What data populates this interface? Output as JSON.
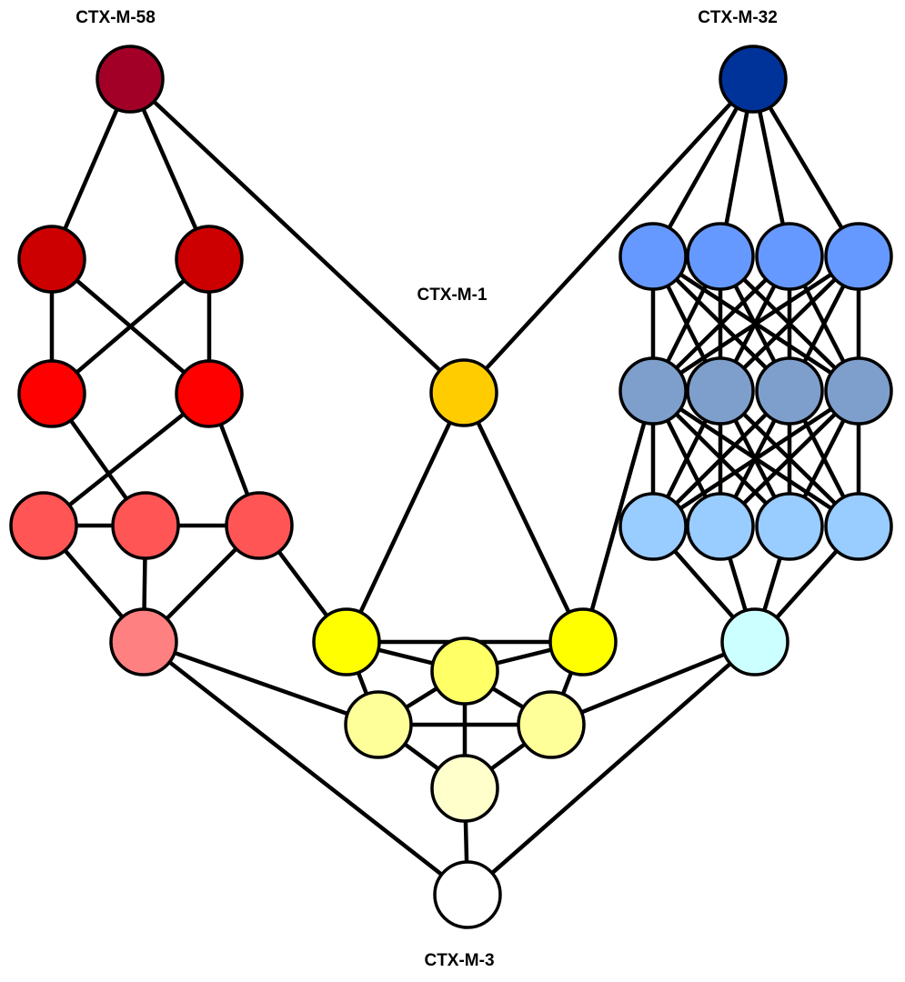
{
  "labels": {
    "ctx_m_58": "CTX-M-58",
    "ctx_m_32": "CTX-M-32",
    "ctx_m_1": "CTX-M-1",
    "ctx_m_3": "CTX-M-3"
  },
  "colors": {
    "edge": "#000000",
    "node_stroke": "#000000",
    "ctx_m_58": "#A30028",
    "red_dark": "#CC0000",
    "red": "#FF0000",
    "red_light": "#FF5555",
    "pink": "#FF8080",
    "ctx_m_1": "#FFCC00",
    "yellow": "#FFFF00",
    "yellow_light": "#FFFF66",
    "yellow_pale": "#FFFF99",
    "cream": "#FFFFCC",
    "ctx_m_32": "#003399",
    "blue_1": "#6699FF",
    "blue_2": "#7E9FCC",
    "blue_3": "#99CCFF",
    "cyan": "#CCFFFF",
    "ctx_m_3": "#FFFFFF"
  },
  "nodes": [
    {
      "id": "ctx-m-58",
      "color": "ctx_m_58"
    },
    {
      "id": "r1a",
      "color": "red_dark"
    },
    {
      "id": "r1b",
      "color": "red_dark"
    },
    {
      "id": "r2a",
      "color": "red"
    },
    {
      "id": "r2b",
      "color": "red"
    },
    {
      "id": "r3a",
      "color": "red_light"
    },
    {
      "id": "r3b",
      "color": "red_light"
    },
    {
      "id": "r3c",
      "color": "red_light"
    },
    {
      "id": "pk",
      "color": "pink"
    },
    {
      "id": "ctx-m-1",
      "color": "ctx_m_1"
    },
    {
      "id": "y1",
      "color": "yellow"
    },
    {
      "id": "y2",
      "color": "yellow"
    },
    {
      "id": "y3",
      "color": "yellow_light"
    },
    {
      "id": "y4",
      "color": "yellow_pale"
    },
    {
      "id": "y5",
      "color": "yellow_pale"
    },
    {
      "id": "y6",
      "color": "cream"
    },
    {
      "id": "ctx-m-32",
      "color": "ctx_m_32"
    },
    {
      "id": "b1a",
      "color": "blue_1"
    },
    {
      "id": "b1b",
      "color": "blue_1"
    },
    {
      "id": "b1c",
      "color": "blue_1"
    },
    {
      "id": "b1d",
      "color": "blue_1"
    },
    {
      "id": "b2a",
      "color": "blue_2"
    },
    {
      "id": "b2b",
      "color": "blue_2"
    },
    {
      "id": "b2c",
      "color": "blue_2"
    },
    {
      "id": "b2d",
      "color": "blue_2"
    },
    {
      "id": "b3a",
      "color": "blue_3"
    },
    {
      "id": "b3b",
      "color": "blue_3"
    },
    {
      "id": "b3c",
      "color": "blue_3"
    },
    {
      "id": "b3d",
      "color": "blue_3"
    },
    {
      "id": "cy",
      "color": "cyan"
    },
    {
      "id": "ctx-m-3",
      "color": "ctx_m_3"
    }
  ],
  "edges": [
    [
      "ctx-m-58",
      "r1a"
    ],
    [
      "ctx-m-58",
      "r1b"
    ],
    [
      "ctx-m-58",
      "ctx-m-1"
    ],
    [
      "r1a",
      "r2a"
    ],
    [
      "r1a",
      "r2b"
    ],
    [
      "r1b",
      "r2a"
    ],
    [
      "r1b",
      "r2b"
    ],
    [
      "r2a",
      "r3b"
    ],
    [
      "r2b",
      "r3a"
    ],
    [
      "r2b",
      "r3c"
    ],
    [
      "r3a",
      "r3b"
    ],
    [
      "r3b",
      "r3c"
    ],
    [
      "r3a",
      "pk"
    ],
    [
      "r3b",
      "pk"
    ],
    [
      "r3c",
      "pk"
    ],
    [
      "r3c",
      "y1"
    ],
    [
      "pk",
      "y4"
    ],
    [
      "pk",
      "ctx-m-3"
    ],
    [
      "ctx-m-1",
      "ctx-m-32"
    ],
    [
      "ctx-m-1",
      "y1"
    ],
    [
      "ctx-m-1",
      "y2"
    ],
    [
      "y1",
      "y2"
    ],
    [
      "y1",
      "y3"
    ],
    [
      "y1",
      "y4"
    ],
    [
      "y2",
      "y3"
    ],
    [
      "y2",
      "y5"
    ],
    [
      "y3",
      "y4"
    ],
    [
      "y3",
      "y5"
    ],
    [
      "y3",
      "y6"
    ],
    [
      "y4",
      "y5"
    ],
    [
      "y4",
      "y6"
    ],
    [
      "y5",
      "y6"
    ],
    [
      "y6",
      "ctx-m-3"
    ],
    [
      "b2a",
      "y2"
    ],
    [
      "ctx-m-32",
      "b1a"
    ],
    [
      "ctx-m-32",
      "b1b"
    ],
    [
      "ctx-m-32",
      "b1c"
    ],
    [
      "ctx-m-32",
      "b1d"
    ],
    [
      "b1a",
      "b2a"
    ],
    [
      "b1a",
      "b2b"
    ],
    [
      "b1a",
      "b2c"
    ],
    [
      "b1a",
      "b2d"
    ],
    [
      "b1b",
      "b2a"
    ],
    [
      "b1b",
      "b2b"
    ],
    [
      "b1b",
      "b2c"
    ],
    [
      "b1b",
      "b2d"
    ],
    [
      "b1c",
      "b2a"
    ],
    [
      "b1c",
      "b2b"
    ],
    [
      "b1c",
      "b2c"
    ],
    [
      "b1c",
      "b2d"
    ],
    [
      "b1d",
      "b2a"
    ],
    [
      "b1d",
      "b2b"
    ],
    [
      "b1d",
      "b2c"
    ],
    [
      "b1d",
      "b2d"
    ],
    [
      "b2a",
      "b3a"
    ],
    [
      "b2a",
      "b3b"
    ],
    [
      "b2a",
      "b3c"
    ],
    [
      "b2a",
      "b3d"
    ],
    [
      "b2b",
      "b3a"
    ],
    [
      "b2b",
      "b3b"
    ],
    [
      "b2b",
      "b3c"
    ],
    [
      "b2b",
      "b3d"
    ],
    [
      "b2c",
      "b3a"
    ],
    [
      "b2c",
      "b3b"
    ],
    [
      "b2c",
      "b3c"
    ],
    [
      "b2c",
      "b3d"
    ],
    [
      "b2d",
      "b3a"
    ],
    [
      "b2d",
      "b3b"
    ],
    [
      "b2d",
      "b3c"
    ],
    [
      "b2d",
      "b3d"
    ],
    [
      "b3a",
      "cy"
    ],
    [
      "b3b",
      "cy"
    ],
    [
      "b3c",
      "cy"
    ],
    [
      "b3d",
      "cy"
    ],
    [
      "cy",
      "y5"
    ],
    [
      "cy",
      "ctx-m-3"
    ]
  ]
}
